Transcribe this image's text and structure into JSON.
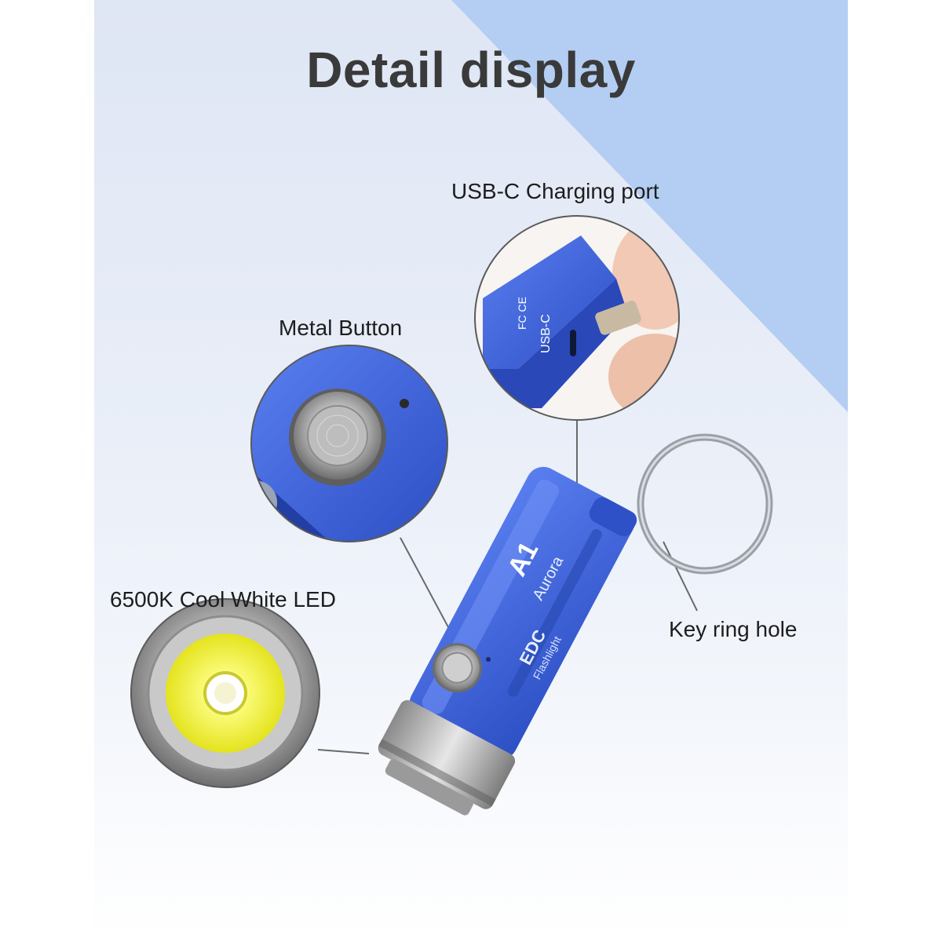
{
  "header": {
    "title": "Detail display"
  },
  "callouts": {
    "usb": "USB-C Charging port",
    "button": "Metal Button",
    "led": "6500K Cool White LED",
    "keyring": "Key ring hole"
  },
  "product": {
    "brand": "Aurora",
    "model": "A1",
    "line1": "EDC",
    "line2": "Flashlight",
    "port_label": "USB-C",
    "cert_marks": "FC CE"
  },
  "colors": {
    "body_blue": "#3d63d6",
    "accent_blue": "#b4cdf2",
    "steel": "#b8b8b8",
    "led_yellow": "#f2f23a"
  }
}
